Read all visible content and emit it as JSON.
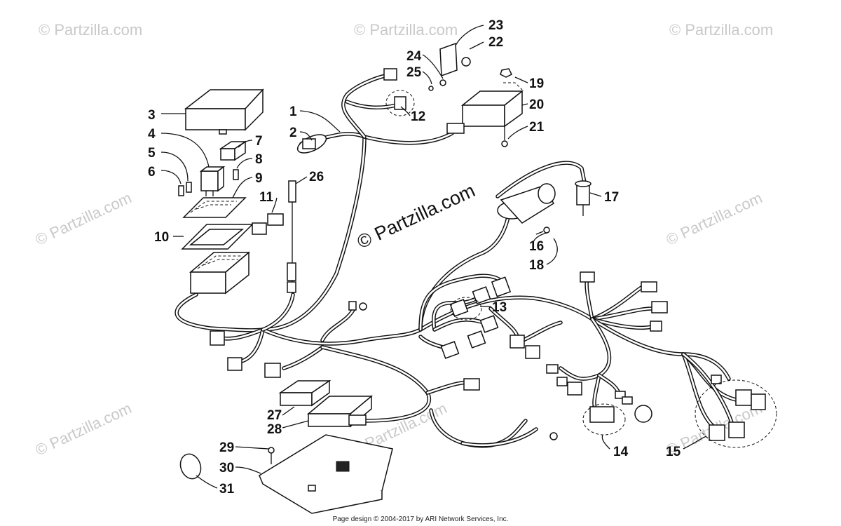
{
  "watermarks": {
    "corner_text": "© Partzilla.com",
    "center_text": "© Partzilla.com"
  },
  "callouts": [
    {
      "id": "1",
      "text": "1"
    },
    {
      "id": "2",
      "text": "2"
    },
    {
      "id": "3",
      "text": "3"
    },
    {
      "id": "4",
      "text": "4"
    },
    {
      "id": "5",
      "text": "5"
    },
    {
      "id": "6",
      "text": "6"
    },
    {
      "id": "7",
      "text": "7"
    },
    {
      "id": "8",
      "text": "8"
    },
    {
      "id": "9",
      "text": "9"
    },
    {
      "id": "10",
      "text": "10"
    },
    {
      "id": "11",
      "text": "11"
    },
    {
      "id": "12",
      "text": "12"
    },
    {
      "id": "13",
      "text": "13"
    },
    {
      "id": "14",
      "text": "14"
    },
    {
      "id": "15",
      "text": "15"
    },
    {
      "id": "16",
      "text": "16"
    },
    {
      "id": "17",
      "text": "17"
    },
    {
      "id": "18",
      "text": "18"
    },
    {
      "id": "19",
      "text": "19"
    },
    {
      "id": "20",
      "text": "20"
    },
    {
      "id": "21",
      "text": "21"
    },
    {
      "id": "22",
      "text": "22"
    },
    {
      "id": "23",
      "text": "23"
    },
    {
      "id": "24",
      "text": "24"
    },
    {
      "id": "25",
      "text": "25"
    },
    {
      "id": "26",
      "text": "26"
    },
    {
      "id": "27",
      "text": "27"
    },
    {
      "id": "28",
      "text": "28"
    },
    {
      "id": "29",
      "text": "29"
    },
    {
      "id": "30",
      "text": "30"
    },
    {
      "id": "31",
      "text": "31"
    }
  ],
  "footer": {
    "text": "Page design © 2004-2017 by ARI Network Services, Inc."
  }
}
